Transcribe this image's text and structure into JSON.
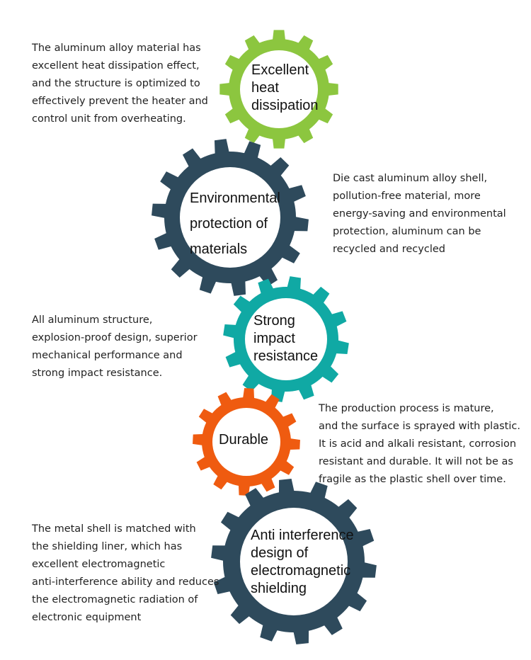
{
  "colors": {
    "green": "#8cc63f",
    "navy": "#2e4a5c",
    "teal": "#10a9a4",
    "orange": "#ef5b10"
  },
  "gears": [
    {
      "label": "Excellent\nheat\ndissipation",
      "color": "green"
    },
    {
      "label": "Environmental\nprotection of\nmaterials",
      "color": "navy"
    },
    {
      "label": "Strong\nimpact\nresistance",
      "color": "teal"
    },
    {
      "label": "Durable",
      "color": "orange"
    },
    {
      "label": "Anti interference\ndesign of\nelectromagnetic\nshielding",
      "color": "navy"
    }
  ],
  "descriptions": [
    "The aluminum alloy material has\nexcellent heat dissipation effect,\nand the structure is optimized to\neffectively prevent the heater and\ncontrol unit from overheating.",
    "Die cast aluminum alloy shell,\npollution-free material, more\nenergy-saving and environmental\nprotection, aluminum can be\nrecycled and recycled",
    "All aluminum structure,\nexplosion-proof design, superior\nmechanical performance and\nstrong impact resistance.",
    "The production process is mature,\nand the surface is sprayed with plastic.\nIt is acid and alkali resistant, corrosion\nresistant and durable. It will not be as\nfragile as the plastic shell over time.",
    "The metal shell is matched with\nthe shielding liner, which has\nexcellent electromagnetic\nanti-interference ability and reduces\nthe electromagnetic radiation of\nelectronic equipment"
  ]
}
